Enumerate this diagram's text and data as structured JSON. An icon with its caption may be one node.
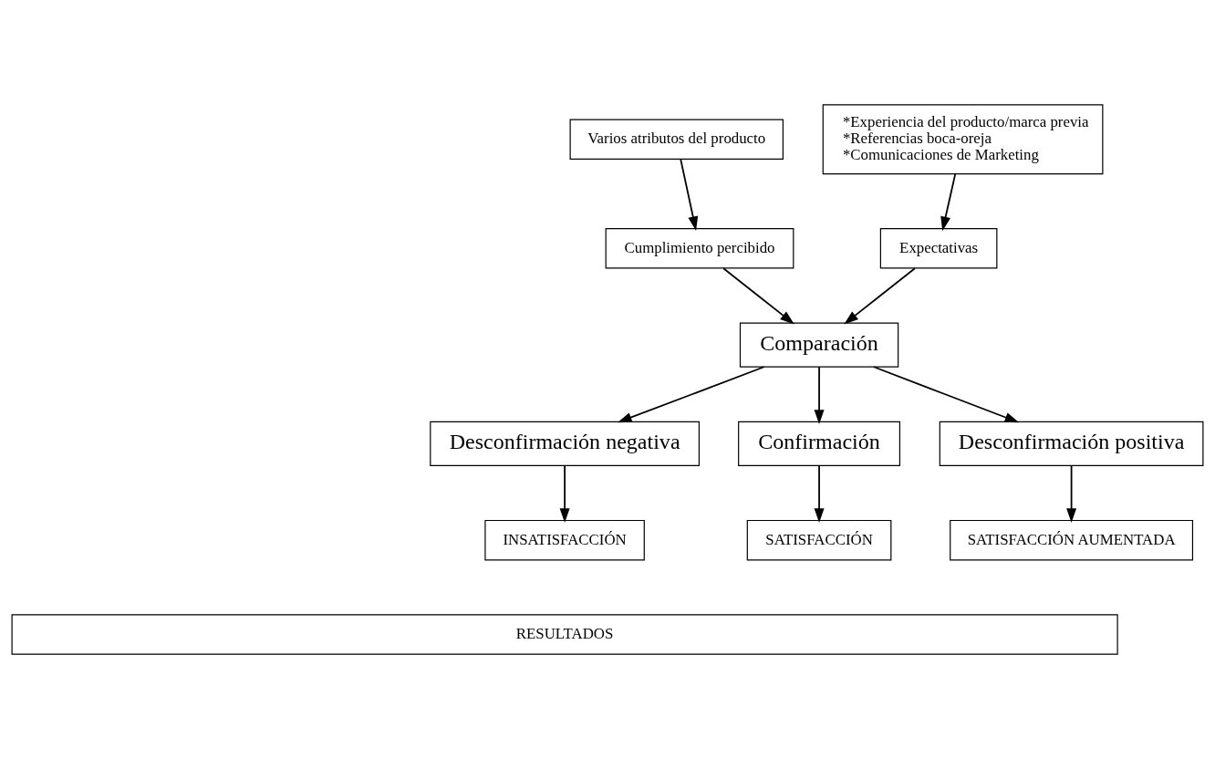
{
  "diagram": {
    "nodes": [
      {
        "text": [
          "Varios atributos del producto"
        ]
      },
      {
        "text": [
          "*Experiencia del producto/marca previa",
          "*Referencias boca-oreja",
          "*Comunicaciones de Marketing"
        ]
      },
      {
        "text": [
          "Cumplimiento percibido"
        ]
      },
      {
        "text": [
          "Expectativas"
        ]
      },
      {
        "text": [
          "Comparación"
        ]
      },
      {
        "text": [
          "Desconfirmación negativa"
        ]
      },
      {
        "text": [
          "Confirmación"
        ]
      },
      {
        "text": [
          "Desconfirmación positiva"
        ]
      },
      {
        "text": [
          "INSATISFACCIÓN"
        ]
      },
      {
        "text": [
          "SATISFACCIÓN"
        ]
      },
      {
        "text": [
          "SATISFACCIÓN AUMENTADA"
        ]
      },
      {
        "text": [
          "RESULTADOS"
        ]
      }
    ],
    "edges": [
      {
        "from": 0,
        "to": 2,
        "arrow": "to"
      },
      {
        "from": 1,
        "to": 3,
        "arrow": "to"
      },
      {
        "from": 2,
        "to": 4,
        "arrow": "to"
      },
      {
        "from": 3,
        "to": 4,
        "arrow": "to"
      },
      {
        "from": 4,
        "to": 5,
        "arrow": "to"
      },
      {
        "from": 4,
        "to": 6,
        "arrow": "to"
      },
      {
        "from": 4,
        "to": 7,
        "arrow": "to"
      },
      {
        "from": 5,
        "to": 8,
        "arrow": "to"
      },
      {
        "from": 6,
        "to": 9,
        "arrow": "to"
      },
      {
        "from": 7,
        "to": 10,
        "arrow": "to"
      }
    ]
  }
}
